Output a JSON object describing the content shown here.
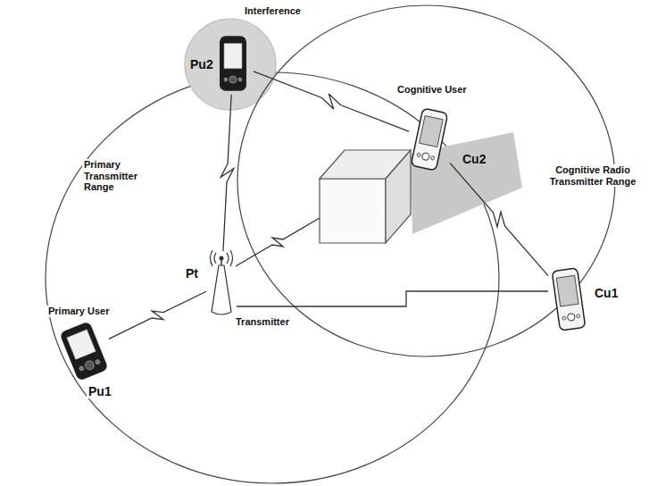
{
  "diagram": {
    "nodes": [
      {
        "text": [
          "Primary Transmitter Range"
        ]
      },
      {
        "text": [
          "Primary User",
          "Pu1"
        ],
        "in": 0
      },
      {
        "text": [
          "Pt",
          "Transmitter"
        ],
        "in": 0
      },
      {
        "text": [
          "Interference",
          "Pu2"
        ]
      },
      {
        "text": [
          "Cognitive Radio Transmitter Range"
        ]
      },
      {
        "text": [
          "Cognitive User",
          "Cu2"
        ],
        "in": 4
      },
      {
        "text": [
          "Cu1"
        ]
      }
    ],
    "edges": [
      {
        "from": 2,
        "to": 1,
        "arrow": "none"
      },
      {
        "from": 2,
        "to": 3,
        "arrow": "none"
      },
      {
        "from": 3,
        "to": 5,
        "arrow": "none"
      },
      {
        "from": 2,
        "to": 6,
        "arrow": "none"
      },
      {
        "from": 5,
        "to": 6,
        "arrow": "none"
      }
    ]
  }
}
